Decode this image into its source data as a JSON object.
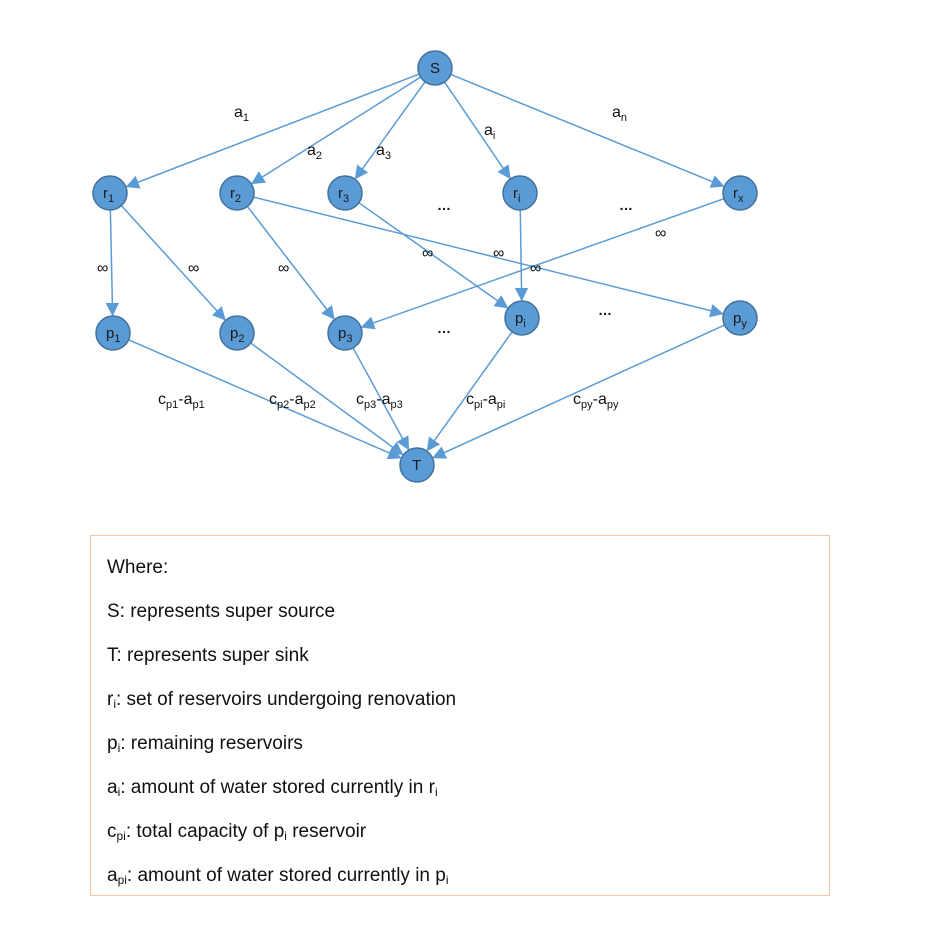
{
  "diagram": {
    "nodes": [
      {
        "id": "S",
        "label": "S",
        "sub": ""
      },
      {
        "id": "r1",
        "label": "r",
        "sub": "1"
      },
      {
        "id": "r2",
        "label": "r",
        "sub": "2"
      },
      {
        "id": "r3",
        "label": "r",
        "sub": "3"
      },
      {
        "id": "ri",
        "label": "r",
        "sub": "i"
      },
      {
        "id": "rx",
        "label": "r",
        "sub": "x"
      },
      {
        "id": "p1",
        "label": "p",
        "sub": "1"
      },
      {
        "id": "p2",
        "label": "p",
        "sub": "2"
      },
      {
        "id": "p3",
        "label": "p",
        "sub": "3"
      },
      {
        "id": "pi",
        "label": "p",
        "sub": "i"
      },
      {
        "id": "py",
        "label": "p",
        "sub": "y"
      },
      {
        "id": "T",
        "label": "T",
        "sub": ""
      }
    ],
    "edges": [
      {
        "from": "S",
        "to": "r1",
        "label": "a",
        "sub": "1"
      },
      {
        "from": "S",
        "to": "r2",
        "label": "a",
        "sub": "2"
      },
      {
        "from": "S",
        "to": "r3",
        "label": "a",
        "sub": "3"
      },
      {
        "from": "S",
        "to": "ri",
        "label": "a",
        "sub": "i"
      },
      {
        "from": "S",
        "to": "rx",
        "label": "a",
        "sub": "n"
      },
      {
        "from": "r1",
        "to": "p1",
        "label": "∞",
        "sub": ""
      },
      {
        "from": "r1",
        "to": "p2",
        "label": "∞",
        "sub": ""
      },
      {
        "from": "r2",
        "to": "p3",
        "label": "∞",
        "sub": ""
      },
      {
        "from": "r2",
        "to": "py",
        "label": "∞",
        "sub": ""
      },
      {
        "from": "r3",
        "to": "pi",
        "label": "∞",
        "sub": ""
      },
      {
        "from": "ri",
        "to": "pi",
        "label": "∞",
        "sub": ""
      },
      {
        "from": "rx",
        "to": "p3",
        "label": "∞",
        "sub": ""
      },
      {
        "from": "p1",
        "to": "T",
        "label": "",
        "sub": ""
      },
      {
        "from": "p2",
        "to": "T",
        "label": "",
        "sub": ""
      },
      {
        "from": "p3",
        "to": "T",
        "label": "",
        "sub": ""
      },
      {
        "from": "pi",
        "to": "T",
        "label": "",
        "sub": ""
      },
      {
        "from": "py",
        "to": "T",
        "label": "",
        "sub": ""
      }
    ],
    "sink_edge_labels": [
      {
        "parts": [
          [
            "c",
            ""
          ],
          [
            "p1",
            "sub"
          ],
          [
            "-a",
            ""
          ],
          [
            "p1",
            "sub"
          ]
        ]
      },
      {
        "parts": [
          [
            "c",
            ""
          ],
          [
            "p2",
            "sub"
          ],
          [
            "-a",
            ""
          ],
          [
            "p2",
            "sub"
          ]
        ]
      },
      {
        "parts": [
          [
            "c",
            ""
          ],
          [
            "p3",
            "sub"
          ],
          [
            "-a",
            ""
          ],
          [
            "p3",
            "sub"
          ]
        ]
      },
      {
        "parts": [
          [
            "c",
            ""
          ],
          [
            "pi",
            "sub"
          ],
          [
            "-a",
            ""
          ],
          [
            "pi",
            "sub"
          ]
        ]
      },
      {
        "parts": [
          [
            "c",
            ""
          ],
          [
            "py",
            "sub"
          ],
          [
            "-a",
            ""
          ],
          [
            "py",
            "sub"
          ]
        ]
      }
    ],
    "ellipsis": "…"
  },
  "legend": {
    "title": "Where:",
    "lines": [
      {
        "parts": [
          [
            "S: represents super source",
            ""
          ]
        ]
      },
      {
        "parts": [
          [
            "T: represents super sink",
            ""
          ]
        ]
      },
      {
        "parts": [
          [
            "r",
            ""
          ],
          [
            "i",
            "sub"
          ],
          [
            ": set of reservoirs undergoing renovation",
            ""
          ]
        ]
      },
      {
        "parts": [
          [
            "p",
            ""
          ],
          [
            "i",
            "sub"
          ],
          [
            ": remaining reservoirs",
            ""
          ]
        ]
      },
      {
        "parts": [
          [
            "a",
            ""
          ],
          [
            "i",
            "sub"
          ],
          [
            ": amount of water stored currently in r",
            ""
          ],
          [
            "i",
            "sub"
          ]
        ]
      },
      {
        "parts": [
          [
            "c",
            ""
          ],
          [
            "pi",
            "sub"
          ],
          [
            ": total capacity of p",
            ""
          ],
          [
            "i",
            "sub"
          ],
          [
            " reservoir",
            ""
          ]
        ]
      },
      {
        "parts": [
          [
            "a",
            ""
          ],
          [
            "pi",
            "sub"
          ],
          [
            ": amount of water stored currently in p",
            ""
          ],
          [
            "i",
            "sub"
          ]
        ]
      }
    ]
  }
}
